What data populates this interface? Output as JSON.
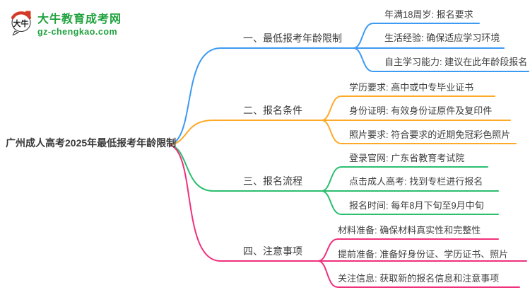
{
  "logo": {
    "icon_text": "大牛",
    "site_name": "大牛教育成考网",
    "site_url": "gz-chengkao.com",
    "brand_green": "#1fa23d",
    "brand_red": "#d23b27"
  },
  "mindmap": {
    "root": "广州成人高考2025年最低报考年龄限制",
    "branches": [
      {
        "label": "一、最低报考年龄限制",
        "color": "#3d9af2",
        "children": [
          "年满18周岁: 报名要求",
          "生活经验: 确保适应学习环境",
          "自主学习能力: 建议在此年龄段报名"
        ]
      },
      {
        "label": "二、报名条件",
        "color": "#ffa928",
        "children": [
          "学历要求: 高中或中专毕业证书",
          "身份证明: 有效身份证原件及复印件",
          "照片要求: 符合要求的近期免冠彩色照片"
        ]
      },
      {
        "label": "三、报名流程",
        "color": "#2cbe6f",
        "children": [
          "登录官网: 广东省教育考试院",
          "点击成人高考: 找到专栏进行报名",
          "报名时间: 每年8月下旬至9月中旬"
        ]
      },
      {
        "label": "四、注意事项",
        "color": "#f0307d",
        "children": [
          "材料准备: 确保材料真实性和完整性",
          "提前准备: 准备好身份证、学历证书、照片",
          "关注信息: 获取新的报名信息和注意事项"
        ]
      }
    ]
  }
}
